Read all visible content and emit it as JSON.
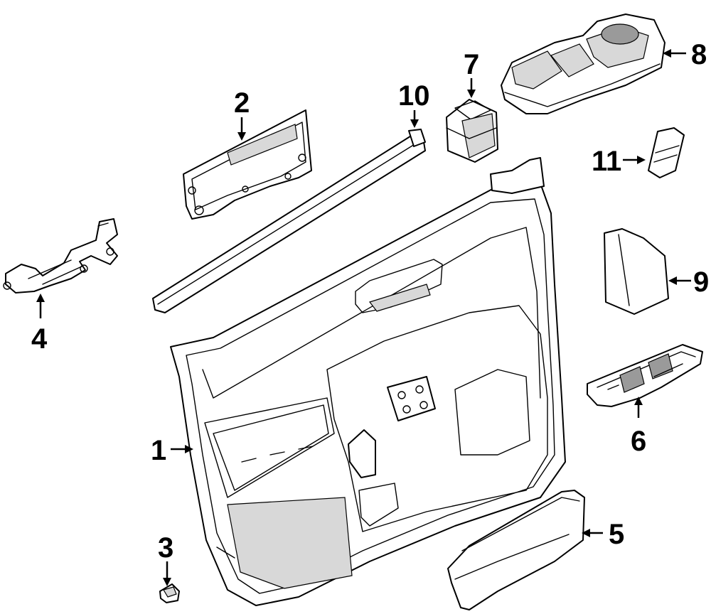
{
  "callouts": {
    "c1": "1",
    "c2": "2",
    "c3": "3",
    "c4": "4",
    "c5": "5",
    "c6": "6",
    "c7": "7",
    "c8": "8",
    "c9": "9",
    "c10": "10",
    "c11": "11"
  },
  "colors": {
    "line": "#000000",
    "background": "#ffffff",
    "shade": "#d8d8d8"
  }
}
